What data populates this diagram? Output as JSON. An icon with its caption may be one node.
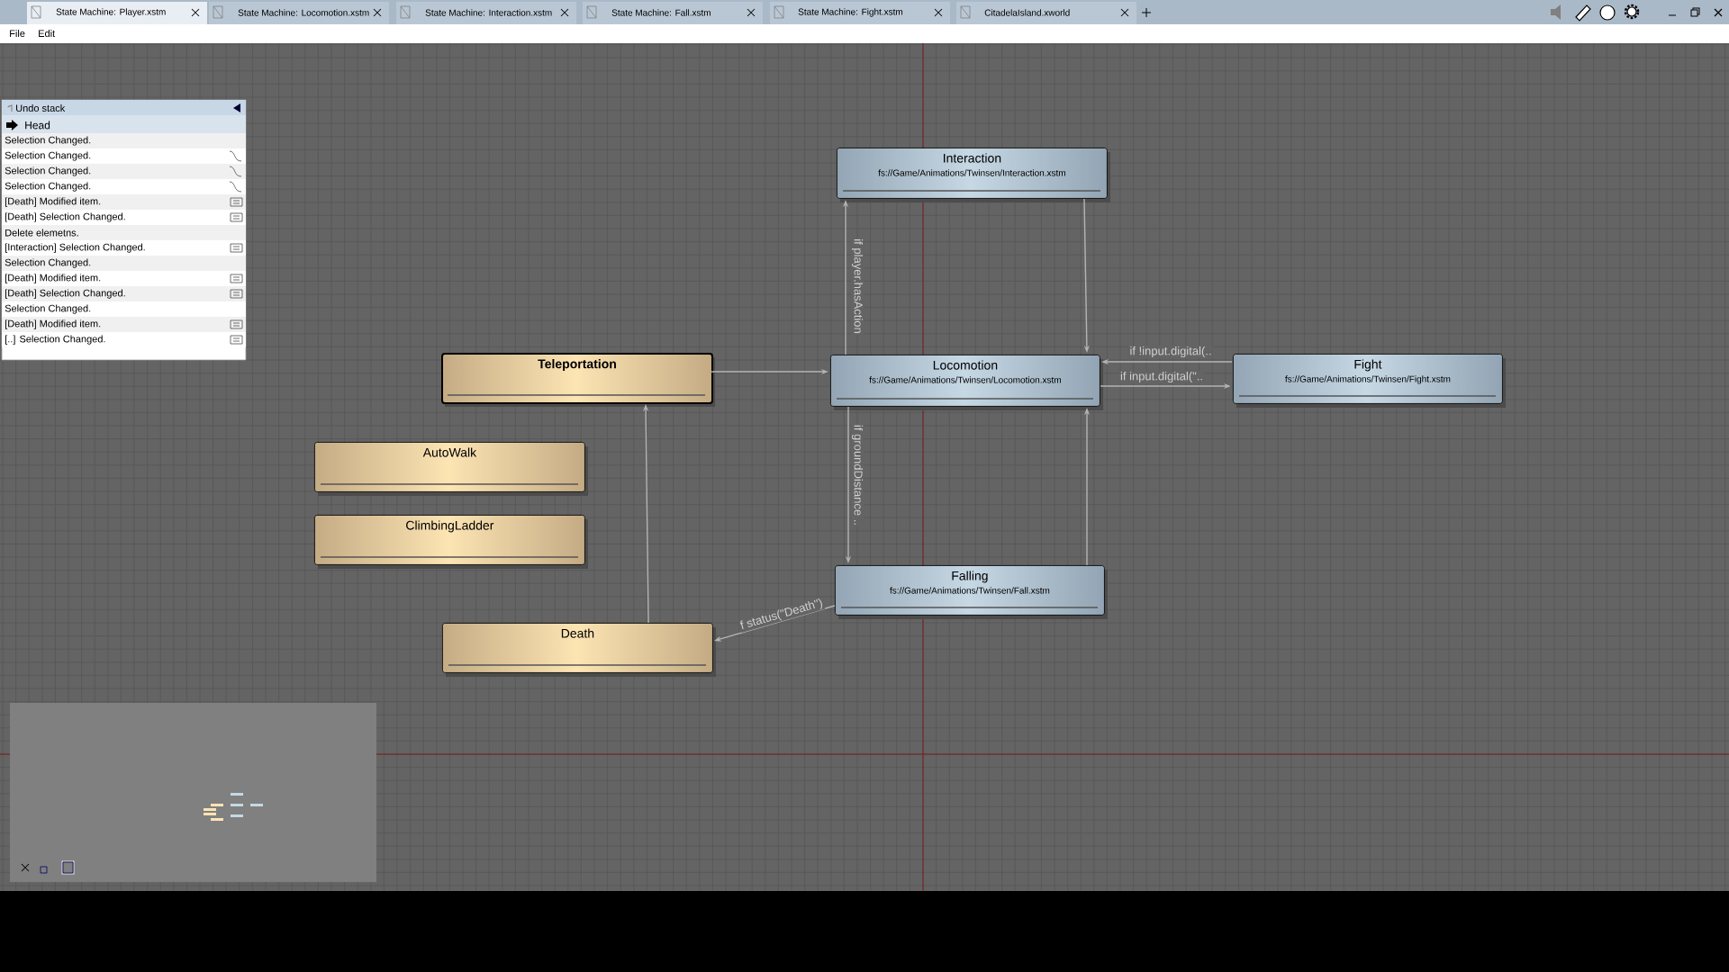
{
  "diagram": {
    "nodes": [
      {
        "text": [
          "Interaction",
          "fs://Game/Animations/Twinsen/Interaction.xstm"
        ]
      },
      {
        "text": [
          "Teleportation"
        ]
      },
      {
        "text": [
          "Locomotion",
          "fs://Game/Animations/Twinsen/Locomotion.xstm"
        ]
      },
      {
        "text": [
          "Fight",
          "fs://Game/Animations/Twinsen/Fight.xstm"
        ]
      },
      {
        "text": [
          "AutoWalk"
        ]
      },
      {
        "text": [
          "ClimbingLadder"
        ]
      },
      {
        "text": [
          "Falling",
          "fs://Game/Animations/Twinsen/Fall.xstm"
        ]
      },
      {
        "text": [
          "Death"
        ]
      }
    ],
    "edges": [
      {
        "from": 1,
        "to": 2,
        "arrow": "to"
      },
      {
        "from": 2,
        "to": 0,
        "arrow": "to",
        "label": "if player.hasAction"
      },
      {
        "from": 0,
        "to": 2,
        "arrow": "to"
      },
      {
        "from": 3,
        "to": 2,
        "arrow": "to",
        "label": "if !input.digital(.."
      },
      {
        "from": 2,
        "to": 3,
        "arrow": "to",
        "label": "if input.digital(\".."
      },
      {
        "from": 2,
        "to": 6,
        "arrow": "to",
        "label": "if groundDistance .."
      },
      {
        "from": 6,
        "to": 2,
        "arrow": "to"
      },
      {
        "from": 6,
        "to": 7,
        "arrow": "to",
        "label": "f status(\"Death\")"
      },
      {
        "from": 7,
        "to": 1,
        "arrow": "to"
      }
    ],
    "labels": [
      "State Machine: Player.xstm",
      "State Machine: Locomotion.xstm",
      "State Machine: Interaction.xstm",
      "State Machine: Fall.xstm",
      "State Machine: Fight.xstm",
      "CitadelaIsland.xworld",
      "File",
      "Edit",
      "Undo stack",
      "Head",
      "Selection Changed.",
      "Selection Changed.",
      "Selection Changed.",
      "Selection Changed.",
      "[Death] Modified item.",
      "[Death] Selection Changed.",
      "Delete elemetns.",
      "[Interaction] Selection Changed.",
      "Selection Changed.",
      "[Death] Modified item.",
      "[Death] Selection Changed.",
      "Selection Changed.",
      "[Death] Modified item.",
      "[..] Selection Changed."
    ]
  }
}
